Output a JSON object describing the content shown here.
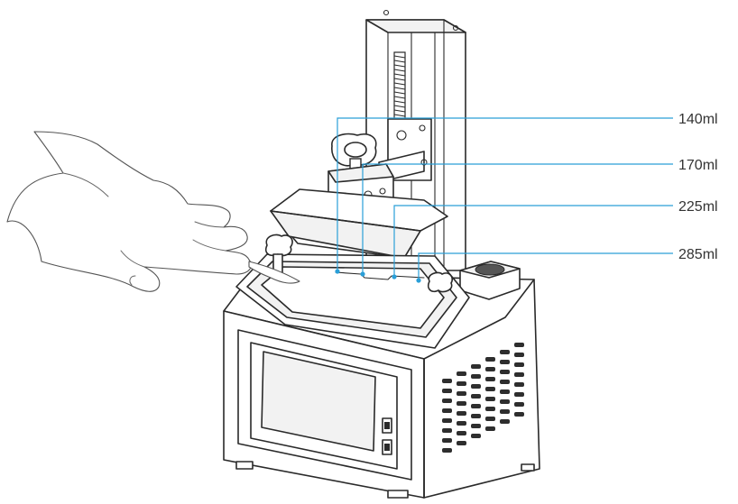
{
  "accent_color": "#2a9fd8",
  "levels": [
    {
      "label": "140ml"
    },
    {
      "label": "170ml"
    },
    {
      "label": "225ml"
    },
    {
      "label": "285ml"
    }
  ]
}
